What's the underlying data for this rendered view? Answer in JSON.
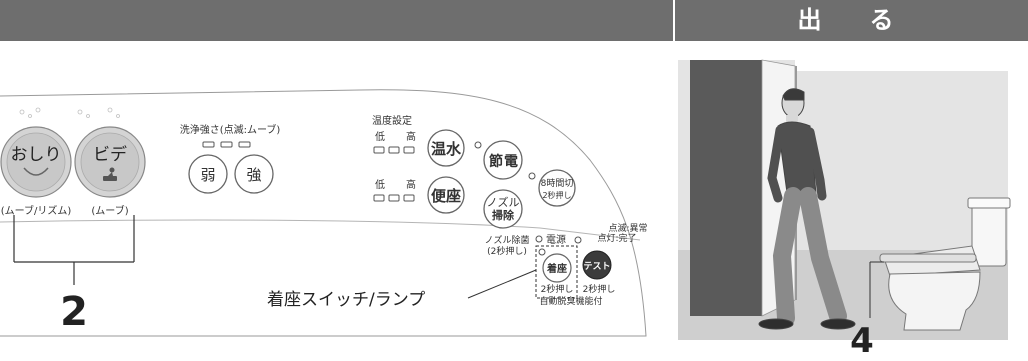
{
  "header": {
    "right_title": "出　る",
    "bg_color": "#6e6e6e"
  },
  "panel": {
    "buttons": {
      "oshiri": "おしり",
      "bide": "ビデ",
      "jaku": "弱",
      "kyo": "強",
      "onsui": "温水",
      "benza": "便座",
      "setsuden_line1": "節",
      "setsuden_line2": "電",
      "nozzle_line1": "ノズル",
      "nozzle_line2": "掃除",
      "timer_line1": "8時間切",
      "timer_line2": "2秒押し",
      "chakuza": "着座",
      "test": "テスト"
    },
    "labels": {
      "oshiri_sub": "(ムーブ/リズム)",
      "bide_sub": "(ムーブ)",
      "wash_strength": "洗浄強さ(点滅:ムーブ)",
      "temp_setting": "温度設定",
      "low1": "低",
      "high1": "高",
      "low2": "低",
      "high2": "高",
      "nozzle_sterilize_line1": "ノズル除菌",
      "nozzle_sterilize_line2": "(2秒押し)",
      "power": "電源",
      "status_line1": "点滅:異常",
      "status_line2": "点灯:完了",
      "press2_a": "2秒押し",
      "press2_b": "2秒押し",
      "auto_deodorize": "自動脱臭機能付"
    }
  },
  "callouts": {
    "seat_switch": "着座スイッチ/ランプ",
    "num_2": "2",
    "num_4": "4"
  }
}
